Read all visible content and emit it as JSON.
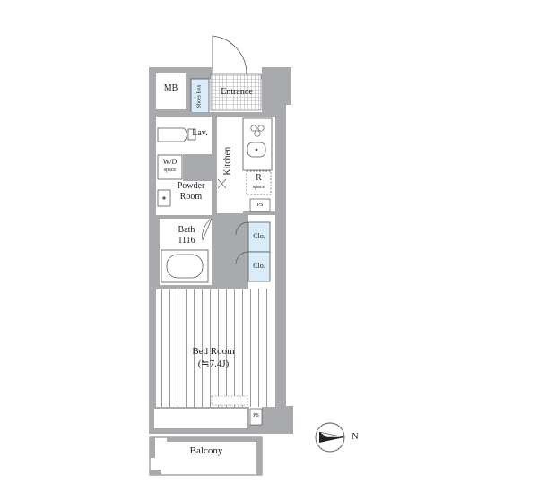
{
  "rooms": {
    "mb": "MB",
    "shoes_box": "Shoes Box",
    "entrance": "Entrance",
    "lav": "Lav.",
    "kitchen": "Kitchen",
    "wd_line1": "W/D",
    "wd_line2": "space",
    "powder_line1": "Powder",
    "powder_line2": "Room",
    "r_line1": "R",
    "r_line2": "space",
    "ps_upper": "PS",
    "bath_line1": "Bath",
    "bath_line2": "1116",
    "clo_upper": "Clo.",
    "clo_lower": "Clo.",
    "bedroom_line1": "Bed Room",
    "bedroom_line2": "(≒7.4J)",
    "ps_lower": "PS",
    "balcony": "Balcony"
  },
  "compass": {
    "label": "N"
  },
  "colors": {
    "wall": "#a8aaad",
    "closet_fill": "#d8ecf9",
    "line": "#555555",
    "floor_stripe": "#9a9a9a"
  }
}
